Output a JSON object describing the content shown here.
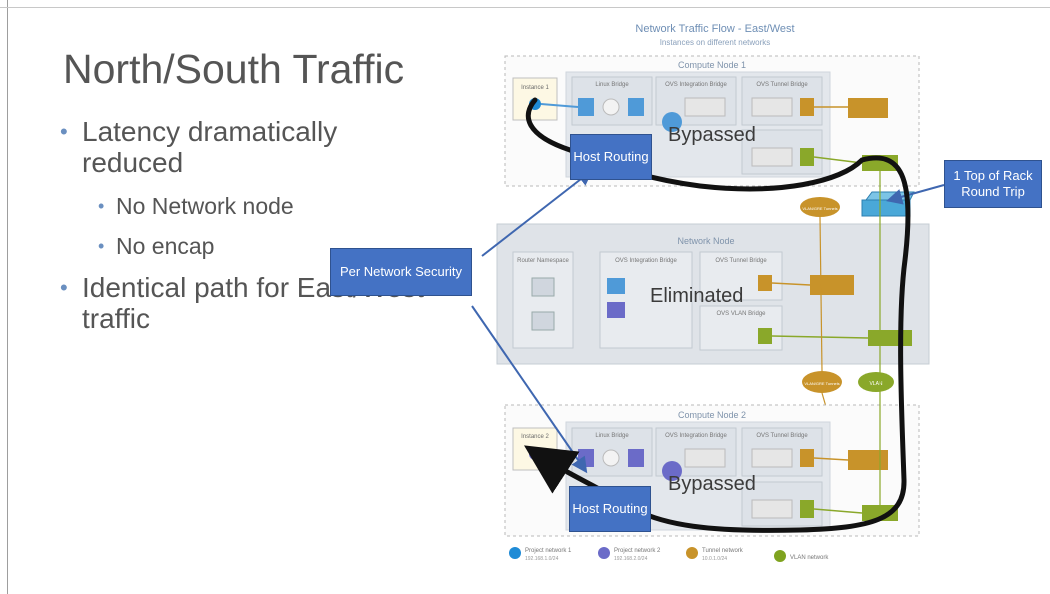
{
  "slide": {
    "title": "North/South Traffic",
    "bullets": [
      {
        "text": "Latency dramatically reduced",
        "sub": [
          "No Network node",
          "No encap"
        ]
      },
      {
        "text": "Identical path for East/West traffic",
        "sub": []
      }
    ]
  },
  "callouts": {
    "per_network_security": "Per Network Security",
    "top_of_rack": "1 Top of Rack Round Trip",
    "host_routing_top": "Host Routing",
    "host_routing_bottom": "Host Routing"
  },
  "diagram": {
    "title": "Network Traffic Flow - East/West",
    "subtitle": "Instances on different networks",
    "compute_node_1": "Compute Node 1",
    "network_node": "Network Node",
    "compute_node_2": "Compute Node 2",
    "instance_1": "Instance 1",
    "instance_2": "Instance 2",
    "linux_bridge": "Linux Bridge",
    "ovs_integration_bridge": "OVS Integration Bridge",
    "ovs_tunnel_bridge": "OVS Tunnel Bridge",
    "ovs_vlan_bridge": "OVS VLAN Bridge",
    "router_namespace": "Router Namespace",
    "bypassed_top": "Bypassed",
    "eliminated": "Eliminated",
    "bypassed_bottom": "Bypassed",
    "vlan_gre_tunnels": "VLAN/GRE Tunnels",
    "vlan": "VLAN",
    "legend": [
      {
        "label": "Project network 1",
        "sub": "192.168.1.0/24",
        "color": "#1f8bd6"
      },
      {
        "label": "Project network 2",
        "sub": "192.168.2.0/24",
        "color": "#6b6bc8"
      },
      {
        "label": "Tunnel network",
        "sub": "10.0.1.0/24",
        "color": "#c8932a"
      },
      {
        "label": "VLAN network",
        "sub": "",
        "color": "#7fa31f"
      }
    ]
  },
  "colors": {
    "callout_blue": "#4472c4",
    "tunnel_gold": "#c8932a",
    "vlan_green": "#8aa82a",
    "path_black": "#111111"
  }
}
